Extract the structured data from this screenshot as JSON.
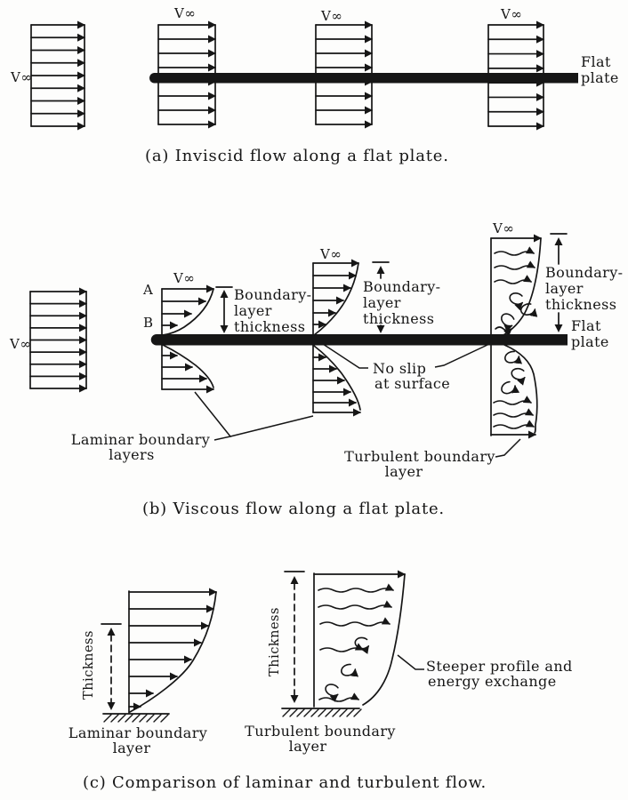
{
  "panel_a": {
    "caption": "(a) Inviscid flow along a flat plate.",
    "v_inf_left": "V∞",
    "v_inf_2": "V∞",
    "v_inf_3": "V∞",
    "v_inf_4": "V∞",
    "flat_plate_line1": "Flat",
    "flat_plate_line2": "plate"
  },
  "panel_b": {
    "caption": "(b) Viscous flow along a flat plate.",
    "v_inf_left": "V∞",
    "v_inf_station1": "V∞",
    "v_inf_station2": "V∞",
    "v_inf_turbulent": "V∞",
    "point_a": "A",
    "point_b": "B",
    "blt1": {
      "l1": "Boundary-",
      "l2": "layer",
      "l3": "thickness"
    },
    "blt2": {
      "l1": "Boundary-",
      "l2": "layer",
      "l3": "thickness"
    },
    "blt3": {
      "l1": "Boundary-",
      "l2": "layer",
      "l3": "thickness"
    },
    "no_slip_l1": "No slip",
    "no_slip_l2": "at surface",
    "laminar_l1": "Laminar boundary",
    "laminar_l2": "layers",
    "turbulent_l1": "Turbulent boundary",
    "turbulent_l2": "layer",
    "flat_plate_line1": "Flat",
    "flat_plate_line2": "plate"
  },
  "panel_c": {
    "caption": "(c) Comparison of laminar and turbulent flow.",
    "thickness_laminar": "Thickness",
    "thickness_turbulent": "Thickness",
    "steeper_l1": "Steeper profile and",
    "steeper_l2": "energy exchange",
    "laminar_l1": "Laminar boundary",
    "laminar_l2": "layer",
    "turbulent_l1": "Turbulent boundary",
    "turbulent_l2": "layer"
  },
  "colors": {
    "ink": "#161616",
    "background": "#fdfdfc"
  }
}
